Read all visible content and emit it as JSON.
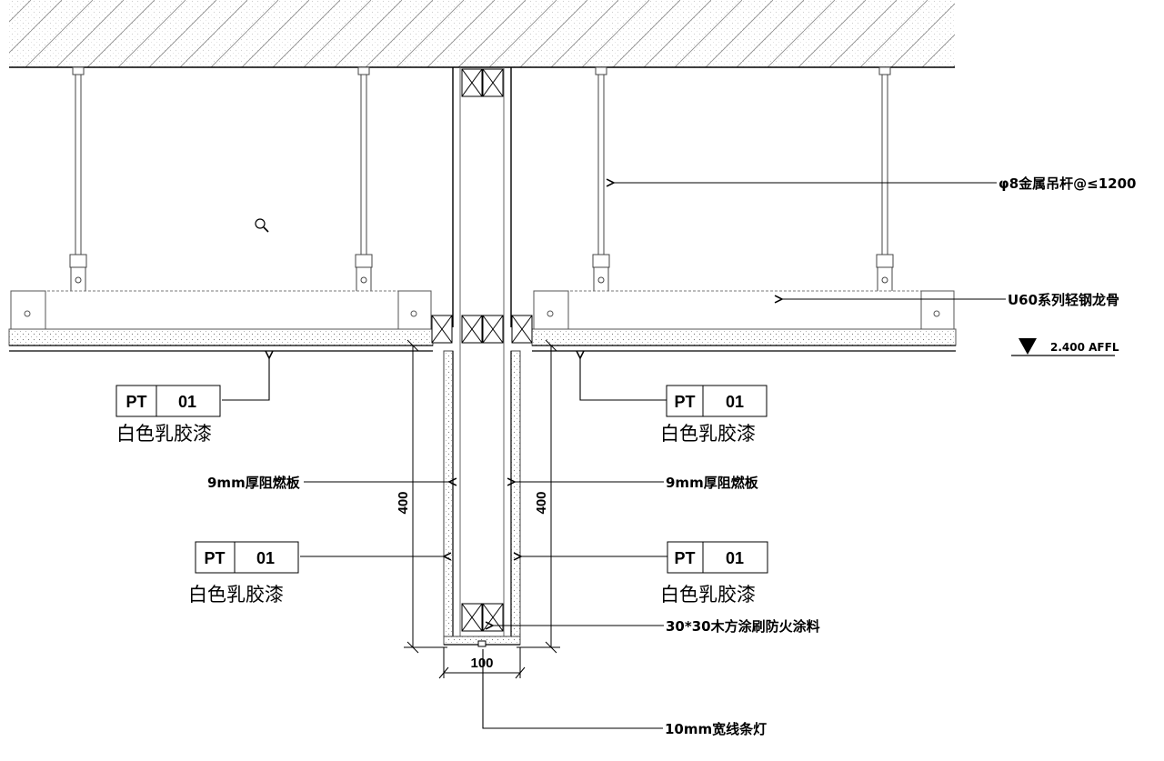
{
  "labels": {
    "hanger_rod": "φ8金属吊杆@≤1200",
    "keel": "U60系列轻钢龙骨",
    "level": "2.400 AFFL",
    "board_left": "9mm厚阻燃板",
    "board_right": "9mm厚阻燃板",
    "wood": "30*30木方涂刷防火涂料",
    "light": "10mm宽线条灯"
  },
  "tags": [
    {
      "code": "PT",
      "num": "01",
      "desc": "白色乳胶漆"
    },
    {
      "code": "PT",
      "num": "01",
      "desc": "白色乳胶漆"
    },
    {
      "code": "PT",
      "num": "01",
      "desc": "白色乳胶漆"
    },
    {
      "code": "PT",
      "num": "01",
      "desc": "白色乳胶漆"
    }
  ],
  "dimensions": {
    "drop_left": "400",
    "drop_right": "400",
    "width": "100"
  },
  "colors": {
    "line": "#000000",
    "hatch": "#8a8a8a",
    "board": "#6a6a6a"
  }
}
